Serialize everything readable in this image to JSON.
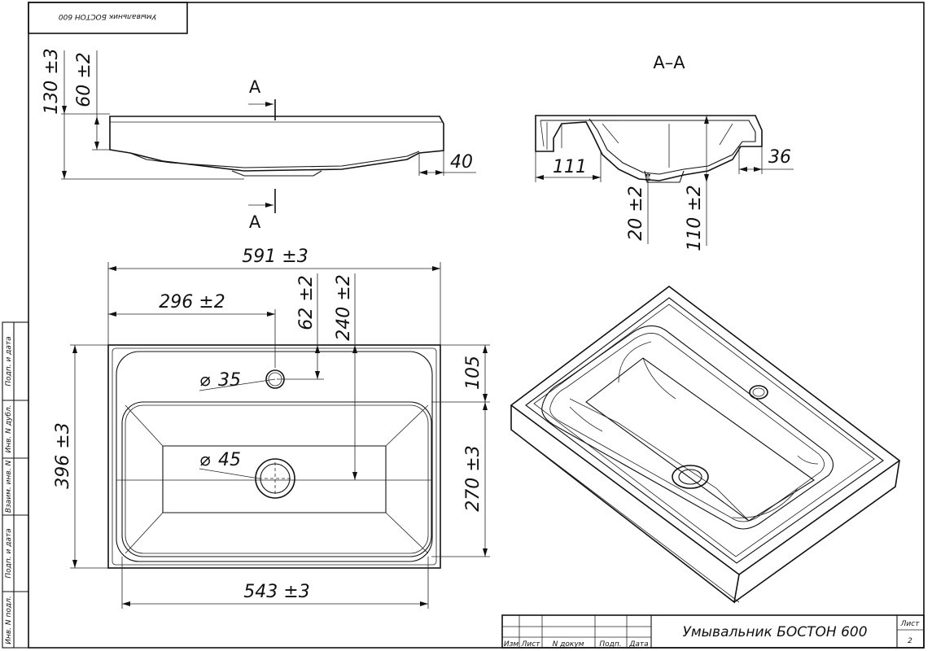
{
  "title_block": {
    "product_name": "Умывальник БОСТОН 600",
    "stamp_text": "Умывальник БОСТОН 600",
    "sheet_label": "Лист",
    "sheet_number": "2",
    "columns": [
      "Изм",
      "Лист",
      "N докум",
      "Подп.",
      "Дата"
    ]
  },
  "side_stamp": [
    "Подп. и дата",
    "Инв. N дубл.",
    "Взаим. инв. N",
    "Подп. и дата",
    "Инв. N подл."
  ],
  "section": {
    "title": "A–A",
    "cut_label_top": "A",
    "cut_label_bottom": "A"
  },
  "dimensions": {
    "height_total": "130 ±3",
    "height_bowl": "60 ±2",
    "rim_side": "40",
    "section_width_left": "111",
    "section_rim": "36",
    "drain_height": "20 ±2",
    "bowl_depth": "110 ±2",
    "width_total": "591 ±3",
    "hole_offset_x": "296 ±2",
    "hole_offset_y": "62 ±2",
    "drain_offset_y": "240 ±2",
    "depth_total": "396 ±3",
    "rim_back": "105",
    "bowl_length": "270 ±3",
    "bowl_width": "543 ±3",
    "tap_hole_dia": "35",
    "drain_dia": "45",
    "dia_symbol": "⌀"
  }
}
